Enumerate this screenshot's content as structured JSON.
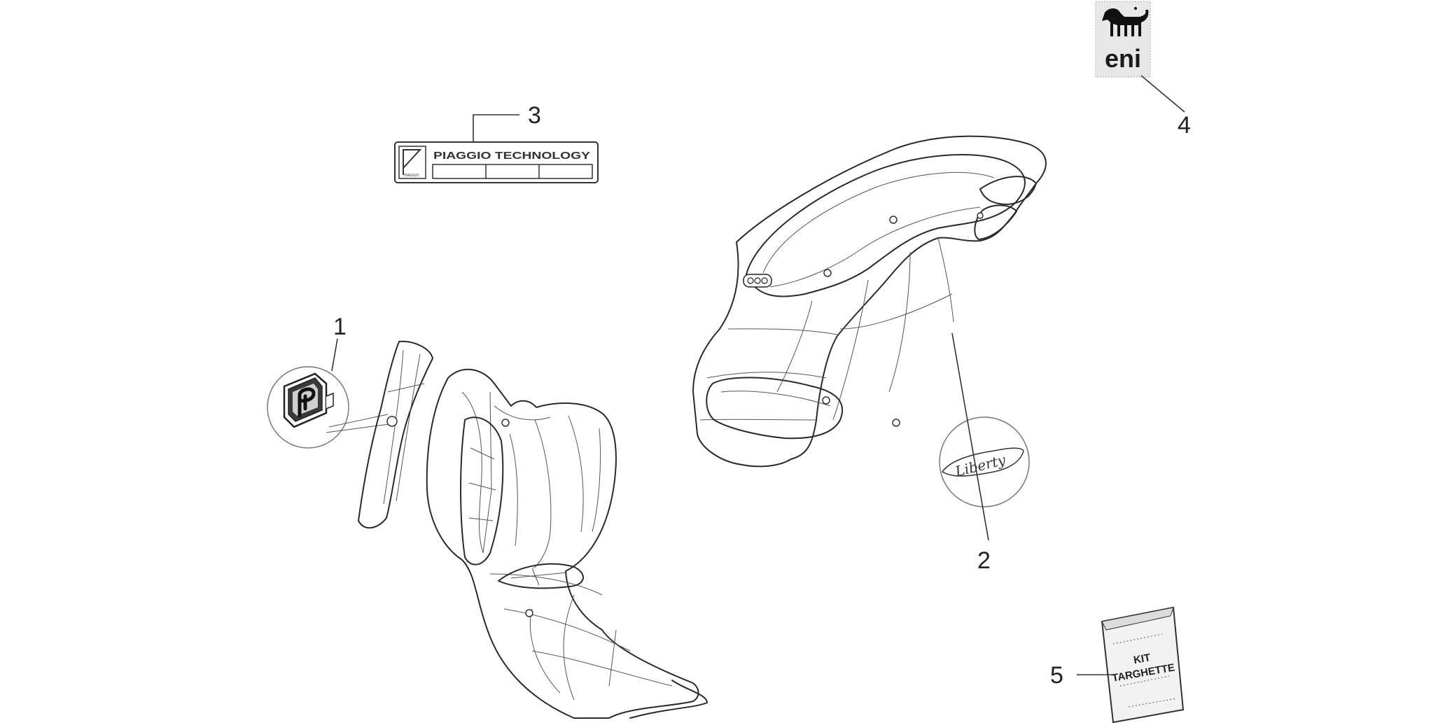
{
  "callouts": [
    {
      "id": "1",
      "label": "1"
    },
    {
      "id": "2",
      "label": "2"
    },
    {
      "id": "3",
      "label": "3"
    },
    {
      "id": "4",
      "label": "4"
    },
    {
      "id": "5",
      "label": "5"
    }
  ],
  "decal_piaggio": {
    "text": "PIAGGIO TECHNOLOGY",
    "mini_logo_text": "PIAGGIO"
  },
  "decal_liberty": {
    "script_text": "Liberty"
  },
  "eni_badge": {
    "text": "eni"
  },
  "kit_bag": {
    "line1": "KIT",
    "line2": "TARGHETTE"
  }
}
